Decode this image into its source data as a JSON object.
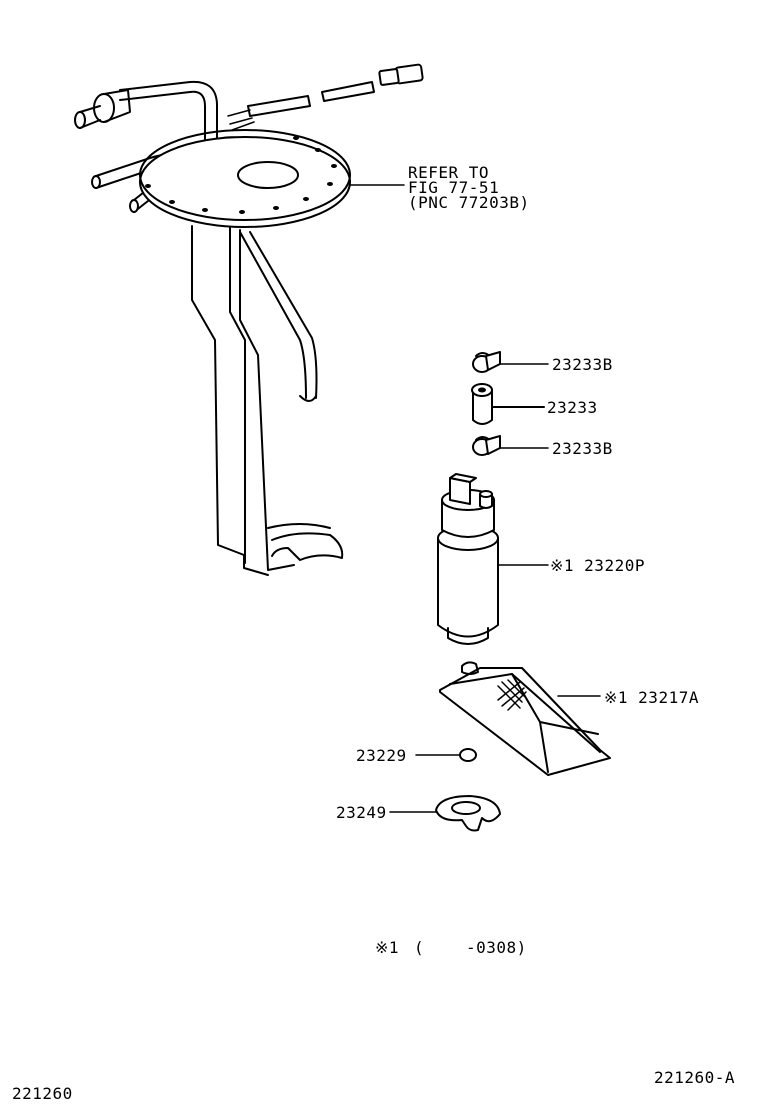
{
  "diagram": {
    "refer_note": {
      "line1": "REFER TO",
      "line2": "FIG 77-51",
      "line3": "(PNC 77203B)"
    },
    "parts": [
      {
        "id": "clamp-upper",
        "label": "23233B"
      },
      {
        "id": "hose",
        "label": "23233"
      },
      {
        "id": "clamp-lower",
        "label": "23233B"
      },
      {
        "id": "fuel-pump",
        "label": "※1 23220P"
      },
      {
        "id": "filter",
        "label": "※1 23217A"
      },
      {
        "id": "cushion",
        "label": "23229"
      },
      {
        "id": "retainer",
        "label": "23249"
      }
    ],
    "footnote": {
      "mark": "※1",
      "open_paren": "(",
      "range": "-0308)"
    },
    "figure_id_left": "221260",
    "figure_id_right": "221260-A"
  }
}
